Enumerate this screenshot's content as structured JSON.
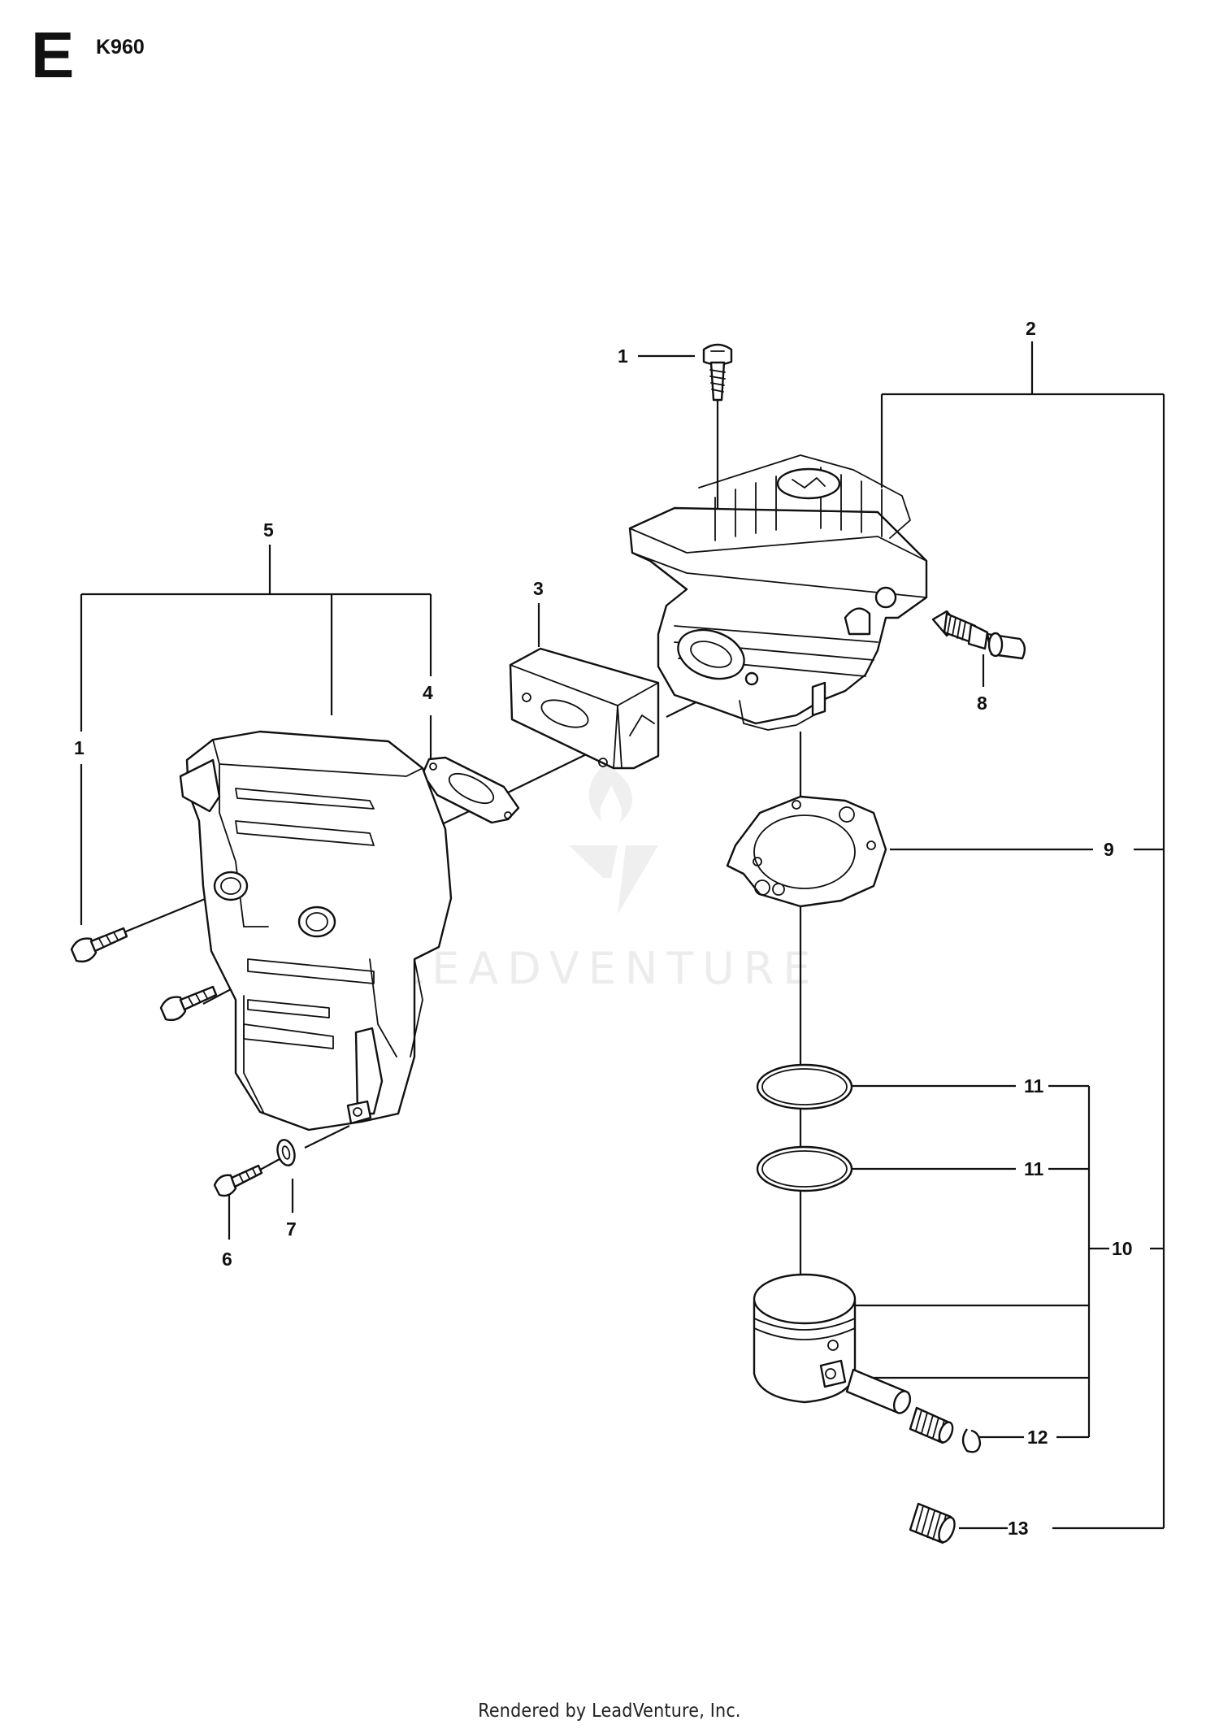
{
  "header": {
    "section_letter": "E",
    "model": "K960"
  },
  "watermark": {
    "text": "LEADVENTURE"
  },
  "callouts": {
    "c1_top": "1",
    "c1_left": "1",
    "c2": "2",
    "c3": "3",
    "c4": "4",
    "c5": "5",
    "c6": "6",
    "c7": "7",
    "c8": "8",
    "c9": "9",
    "c10": "10",
    "c11_a": "11",
    "c11_b": "11",
    "c12": "12",
    "c13": "13"
  },
  "footer": {
    "text": "Rendered by LeadVenture, Inc."
  }
}
